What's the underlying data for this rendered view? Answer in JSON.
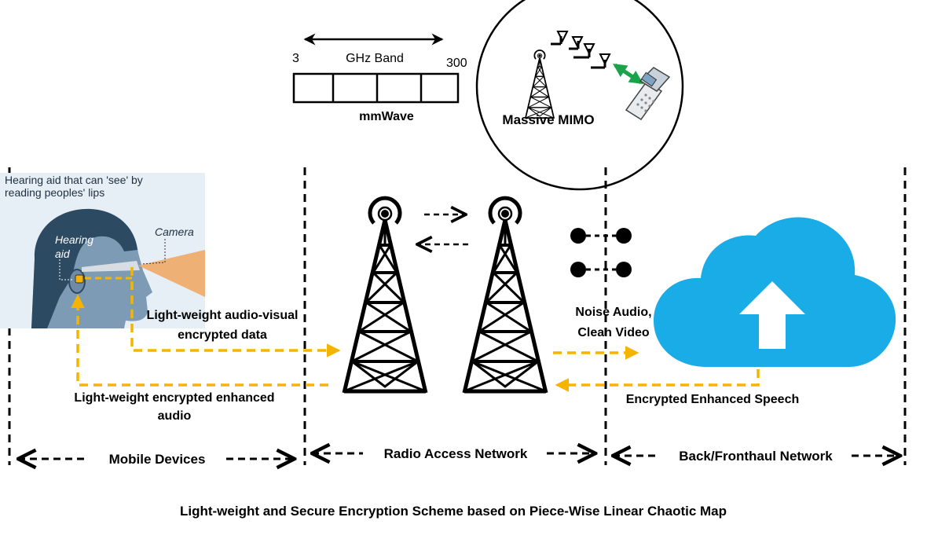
{
  "band": {
    "low": "3",
    "label": "GHz Band",
    "high": "300",
    "name": "mmWave"
  },
  "mimo": {
    "label": "Massive MIMO"
  },
  "inset": {
    "caption_line1": "Hearing aid that can 'see' by",
    "caption_line2": "reading peoples' lips",
    "hearing_line1": "Hearing",
    "hearing_line2": "aid",
    "camera": "Camera"
  },
  "flows": {
    "uplink_line1": "Light-weight audio-visual",
    "uplink_line2": "encrypted data",
    "downlink_line1": "Light-weight encrypted enhanced",
    "downlink_line2": "audio",
    "to_cloud_line1": "Noise Audio,",
    "to_cloud_line2": "Clean Video",
    "from_cloud": "Encrypted Enhanced Speech"
  },
  "sections": {
    "mobile": "Mobile Devices",
    "ran": "Radio Access Network",
    "backhaul": "Back/Fronthaul Network"
  },
  "footer": "Light-weight and Secure Encryption Scheme based on Piece-Wise Linear Chaotic Map",
  "colors": {
    "flow_arrow": "#f5b400",
    "cloud": "#1aace6",
    "mimo_link": "#1aa34a",
    "inset_bg": "#e6eef6",
    "head_dark": "#2c4a62",
    "face": "#7e9bb6"
  }
}
